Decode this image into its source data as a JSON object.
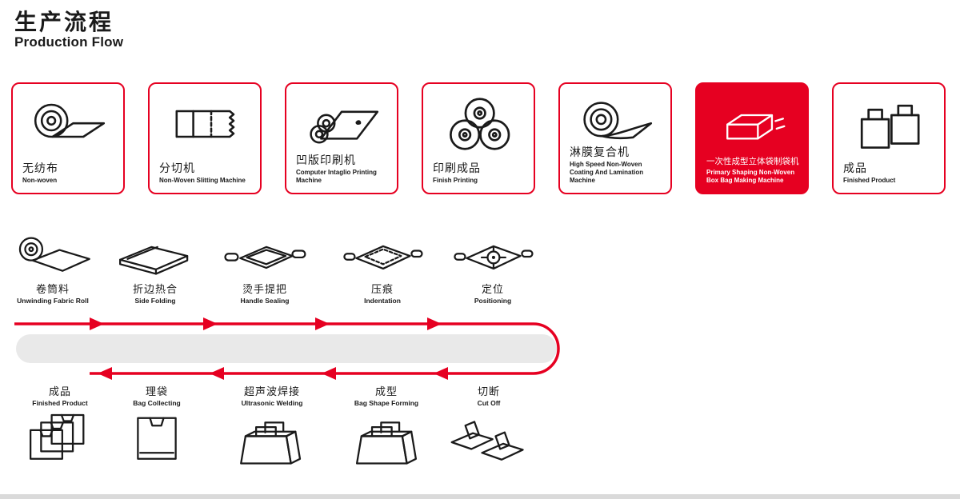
{
  "header": {
    "title_zh": "生产流程",
    "title_en": "Production Flow"
  },
  "machine_cards": [
    {
      "zh": "无纺布",
      "en": "Non-woven",
      "icon": "fabric-roll",
      "highlighted": false
    },
    {
      "zh": "分切机",
      "en": "Non-Woven Slitting Machine",
      "icon": "slitting-machine",
      "highlighted": false
    },
    {
      "zh": "凹版印刷机",
      "en": "Computer Intaglio Printing Machine",
      "icon": "intaglio-printing-machine",
      "highlighted": false
    },
    {
      "zh": "印刷成品",
      "en": "Finish Printing",
      "icon": "printed-rolls",
      "highlighted": false
    },
    {
      "zh": "淋膜复合机",
      "en": "High Speed Non-Woven Coating And Lamination Machine",
      "icon": "coating-lamination-machine",
      "highlighted": false
    },
    {
      "zh": "一次性成型立体袋制袋机",
      "en": "Primary Shaping Non-Woven Box Bag Making Machine",
      "icon": "box-bag-making-machine",
      "highlighted": true
    },
    {
      "zh": "成品",
      "en": "Finished Product",
      "icon": "finished-bags",
      "highlighted": false
    }
  ],
  "conveyor": {
    "direction_top": "left-to-right",
    "direction_bottom": "right-to-left",
    "top_stations": [
      {
        "zh": "卷筒料",
        "en": "Unwinding Fabric Roll",
        "icon": "unwinding-fabric-roll"
      },
      {
        "zh": "折边热合",
        "en": "Side Folding",
        "icon": "side-folding"
      },
      {
        "zh": "烫手提把",
        "en": "Handle Sealing",
        "icon": "handle-sealing"
      },
      {
        "zh": "压痕",
        "en": "Indentation",
        "icon": "indentation"
      },
      {
        "zh": "定位",
        "en": "Positioning",
        "icon": "positioning"
      }
    ],
    "bottom_stations": [
      {
        "zh": "成品",
        "en": "Finished Product",
        "icon": "finished-product-stack"
      },
      {
        "zh": "理袋",
        "en": "Bag Collecting",
        "icon": "bag-collecting"
      },
      {
        "zh": "超声波焊接",
        "en": "Ultrasonic Welding",
        "icon": "ultrasonic-welding"
      },
      {
        "zh": "成型",
        "en": "Bag Shape Forming",
        "icon": "bag-shape-forming"
      },
      {
        "zh": "切断",
        "en": "Cut Off",
        "icon": "cut-off"
      }
    ]
  },
  "colors": {
    "accent_red": "#e60021",
    "text_dark": "#1a1a1a",
    "belt_gray": "#e9e9e9",
    "highlight_text": "#ffffff"
  }
}
